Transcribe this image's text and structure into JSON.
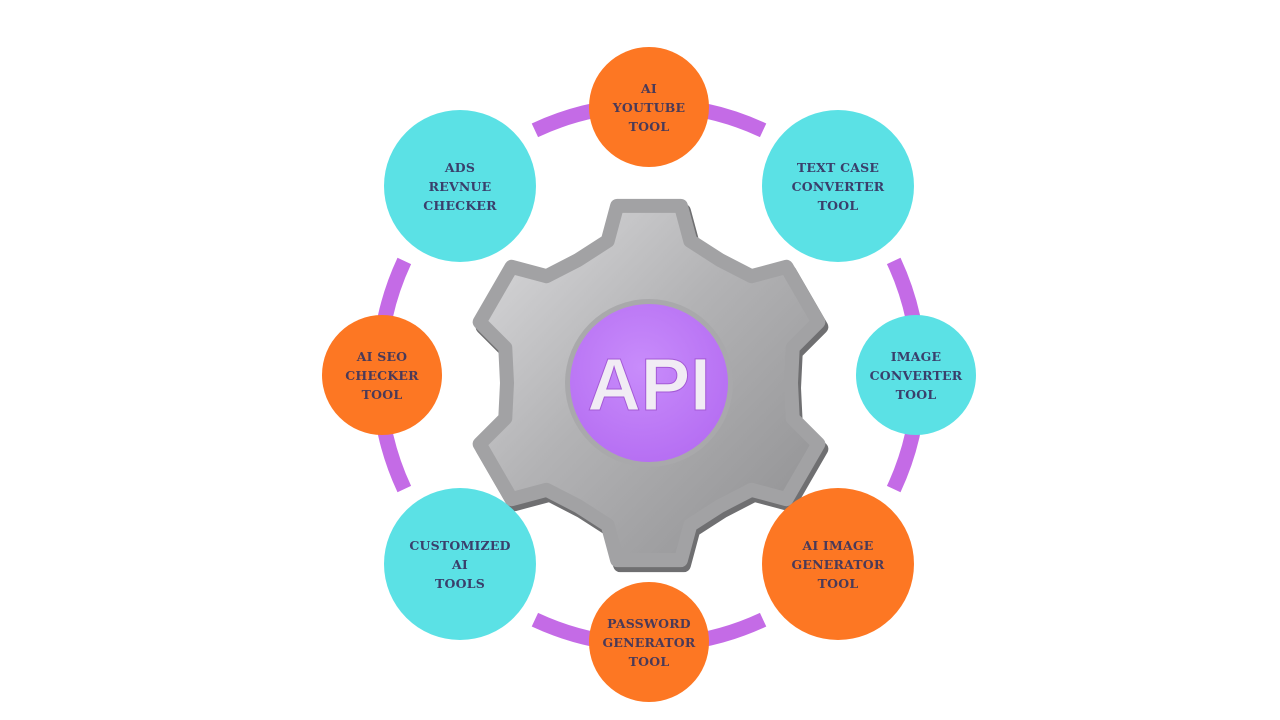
{
  "center": {
    "label": "API",
    "icon": "gear-icon",
    "gear_color": "#b4b4b6",
    "hub_color": "#c27cf8",
    "label_color": "#f1ecf4"
  },
  "ring_color": "#c46be6",
  "colors": {
    "orange": "#fd7723",
    "cyan": "#5be1e5",
    "text": "#3a3f6b"
  },
  "nodes": [
    {
      "id": "top",
      "label": "AI\nYOUTUBE\nTOOL",
      "color": "orange"
    },
    {
      "id": "upper-right",
      "label": "TEXT CASE\nCONVERTER\nTOOL",
      "color": "cyan"
    },
    {
      "id": "right",
      "label": "IMAGE\nCONVERTER\nTOOL",
      "color": "cyan"
    },
    {
      "id": "lower-right",
      "label": "AI IMAGE\nGENERATOR\nTOOL",
      "color": "orange"
    },
    {
      "id": "bottom",
      "label": "PASSWORD\nGENERATOR\nTOOL",
      "color": "orange"
    },
    {
      "id": "lower-left",
      "label": "CUSTOMIZED\nAI\nTOOLS",
      "color": "cyan"
    },
    {
      "id": "left",
      "label": "AI SEO\nCHECKER\nTOOL",
      "color": "orange"
    },
    {
      "id": "upper-left",
      "label": "ADS\nREVNUE\nCHECKER",
      "color": "cyan"
    }
  ]
}
